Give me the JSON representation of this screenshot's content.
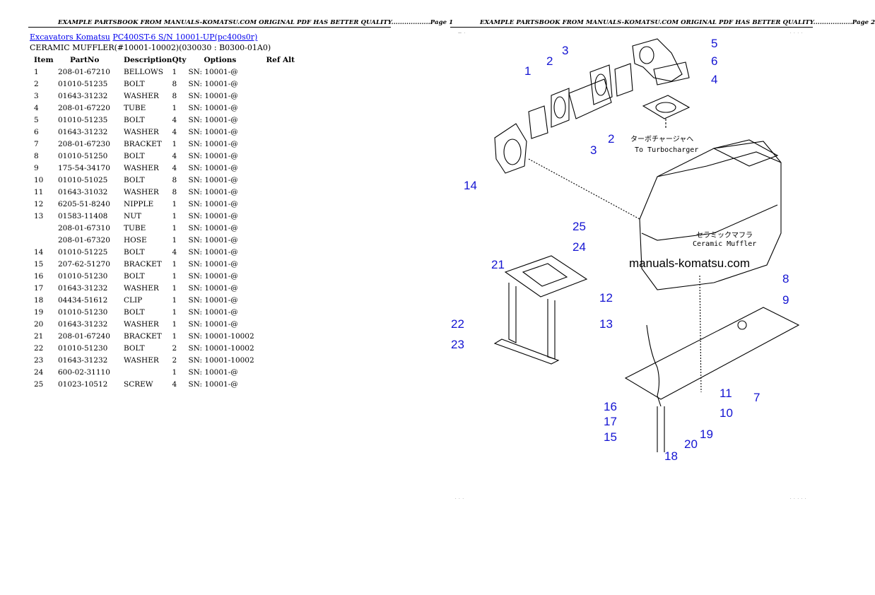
{
  "page1_header": "EXAMPLE PARTSBOOK FROM MANUALS-KOMATSU.COM ORIGINAL PDF HAS BETTER QUALITY..................Page 1",
  "page2_header": "EXAMPLE PARTSBOOK FROM MANUALS-KOMATSU.COM ORIGINAL PDF HAS BETTER QUALITY..................Page 2",
  "breadcrumb": {
    "link1": "Excavators Komatsu",
    "link2": "PC400ST-6 S/N 10001-UP(pc400s0r)"
  },
  "section_title": "CERAMIC MUFFLER(#10001-10002)(030030 : B0300-01A0)",
  "table": {
    "headers": {
      "item": "Item",
      "partno": "PartNo",
      "description": "Description",
      "qty": "Qty",
      "options": "Options",
      "refalt": "Ref Alt"
    },
    "rows": [
      {
        "item": "1",
        "partno": "208-01-67210",
        "desc": "BELLOWS",
        "qty": "1",
        "opt": "SN: 10001-@"
      },
      {
        "item": "2",
        "partno": "01010-51235",
        "desc": "BOLT",
        "qty": "8",
        "opt": "SN: 10001-@"
      },
      {
        "item": "3",
        "partno": "01643-31232",
        "desc": "WASHER",
        "qty": "8",
        "opt": "SN: 10001-@"
      },
      {
        "item": "4",
        "partno": "208-01-67220",
        "desc": "TUBE",
        "qty": "1",
        "opt": "SN: 10001-@"
      },
      {
        "item": "5",
        "partno": "01010-51235",
        "desc": "BOLT",
        "qty": "4",
        "opt": "SN: 10001-@"
      },
      {
        "item": "6",
        "partno": "01643-31232",
        "desc": "WASHER",
        "qty": "4",
        "opt": "SN: 10001-@"
      },
      {
        "item": "7",
        "partno": "208-01-67230",
        "desc": "BRACKET",
        "qty": "1",
        "opt": "SN: 10001-@"
      },
      {
        "item": "8",
        "partno": "01010-51250",
        "desc": "BOLT",
        "qty": "4",
        "opt": "SN: 10001-@"
      },
      {
        "item": "9",
        "partno": "175-54-34170",
        "desc": "WASHER",
        "qty": "4",
        "opt": "SN: 10001-@"
      },
      {
        "item": "10",
        "partno": "01010-51025",
        "desc": "BOLT",
        "qty": "8",
        "opt": "SN: 10001-@"
      },
      {
        "item": "11",
        "partno": "01643-31032",
        "desc": "WASHER",
        "qty": "8",
        "opt": "SN: 10001-@"
      },
      {
        "item": "12",
        "partno": "6205-51-8240",
        "desc": "NIPPLE",
        "qty": "1",
        "opt": "SN: 10001-@"
      },
      {
        "item": "13",
        "partno": "01583-11408",
        "desc": "NUT",
        "qty": "1",
        "opt": "SN: 10001-@"
      },
      {
        "item": "",
        "partno": "208-01-67310",
        "desc": "TUBE",
        "qty": "1",
        "opt": "SN: 10001-@"
      },
      {
        "item": "",
        "partno": "208-01-67320",
        "desc": "HOSE",
        "qty": "1",
        "opt": "SN: 10001-@"
      },
      {
        "item": "14",
        "partno": "01010-51225",
        "desc": "BOLT",
        "qty": "4",
        "opt": "SN: 10001-@"
      },
      {
        "item": "15",
        "partno": "207-62-51270",
        "desc": "BRACKET",
        "qty": "1",
        "opt": "SN: 10001-@"
      },
      {
        "item": "16",
        "partno": "01010-51230",
        "desc": "BOLT",
        "qty": "1",
        "opt": "SN: 10001-@"
      },
      {
        "item": "17",
        "partno": "01643-31232",
        "desc": "WASHER",
        "qty": "1",
        "opt": "SN: 10001-@"
      },
      {
        "item": "18",
        "partno": "04434-51612",
        "desc": "CLIP",
        "qty": "1",
        "opt": "SN: 10001-@"
      },
      {
        "item": "19",
        "partno": "01010-51230",
        "desc": "BOLT",
        "qty": "1",
        "opt": "SN: 10001-@"
      },
      {
        "item": "20",
        "partno": "01643-31232",
        "desc": "WASHER",
        "qty": "1",
        "opt": "SN: 10001-@"
      },
      {
        "item": "21",
        "partno": "208-01-67240",
        "desc": "BRACKET",
        "qty": "1",
        "opt": "SN: 10001-10002"
      },
      {
        "item": "22",
        "partno": "01010-51230",
        "desc": "BOLT",
        "qty": "2",
        "opt": "SN: 10001-10002"
      },
      {
        "item": "23",
        "partno": "01643-31232",
        "desc": "WASHER",
        "qty": "2",
        "opt": "SN: 10001-10002"
      },
      {
        "item": "24",
        "partno": "600-02-31110",
        "desc": "",
        "qty": "1",
        "opt": "SN: 10001-@"
      },
      {
        "item": "25",
        "partno": "01023-10512",
        "desc": "SCREW",
        "qty": "4",
        "opt": "SN: 10001-@"
      }
    ]
  },
  "diagram": {
    "jp_turbo": "ターボチャージャへ",
    "en_turbo": "To Turbocharger",
    "jp_muffler": "セラミックマフラ",
    "en_muffler": "Ceramic Muffler",
    "watermark": "manuals-komatsu.com",
    "callouts": [
      "1",
      "2",
      "3",
      "2",
      "3",
      "4",
      "5",
      "6",
      "7",
      "8",
      "9",
      "10",
      "11",
      "12",
      "13",
      "14",
      "15",
      "16",
      "17",
      "18",
      "19",
      "20",
      "21",
      "22",
      "23",
      "24",
      "25"
    ]
  },
  "colors": {
    "callout": "#1414d2",
    "link": "#0000ee"
  }
}
